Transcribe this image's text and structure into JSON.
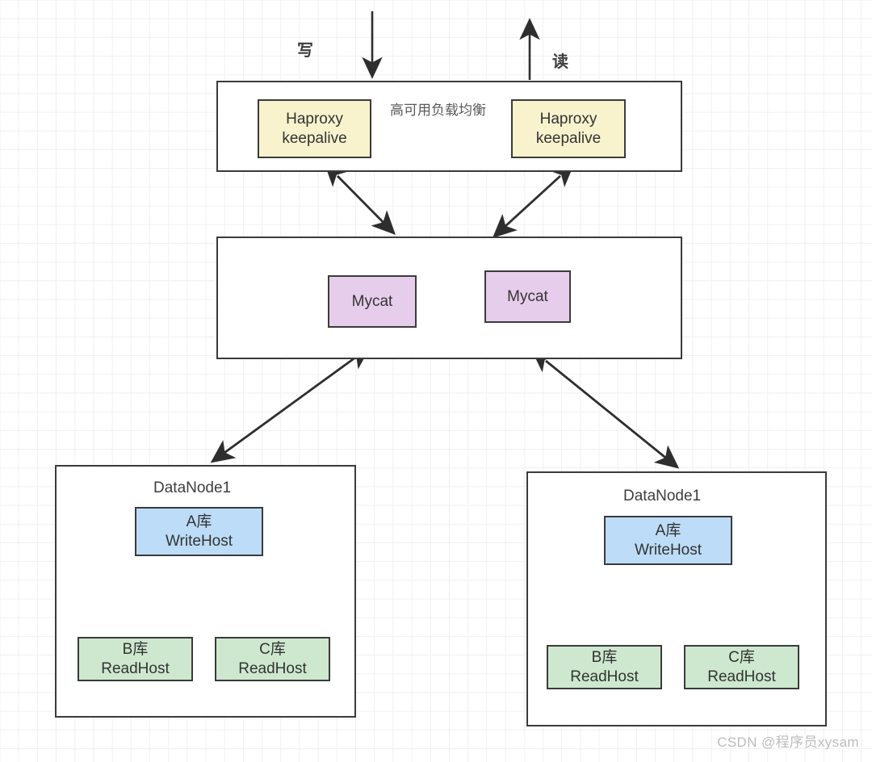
{
  "diagram": {
    "title": "Mycat high-availability read-write splitting architecture",
    "colors": {
      "stroke": "#3b3b3b",
      "haproxy_fill": "#f8f3cd",
      "mycat_fill": "#e7cdec",
      "writehost_fill": "#bcdcf7",
      "readhost_fill": "#cde8cf",
      "grid": "#f0f0f0",
      "watermark": "#bcbcbc"
    },
    "flow_labels": {
      "write": "写",
      "read": "读"
    },
    "proxy_layer": {
      "link_label": "高可用负载均衡",
      "nodes": [
        {
          "label": "Haproxy\nkeepalive"
        },
        {
          "label": "Haproxy\nkeepalive"
        }
      ]
    },
    "mycat_layer": {
      "nodes": [
        {
          "label": "Mycat"
        },
        {
          "label": "Mycat"
        }
      ]
    },
    "data_layer": {
      "groups": [
        {
          "title": "DataNode1",
          "write_host": {
            "label": "A库\nWriteHost"
          },
          "read_hosts": [
            {
              "label": "B库\nReadHost"
            },
            {
              "label": "C库\nReadHost"
            }
          ]
        },
        {
          "title": "DataNode1",
          "write_host": {
            "label": "A库\nWriteHost"
          },
          "read_hosts": [
            {
              "label": "B库\nReadHost"
            },
            {
              "label": "C库\nReadHost"
            }
          ]
        }
      ]
    },
    "watermark": "CSDN @程序员xysam"
  }
}
